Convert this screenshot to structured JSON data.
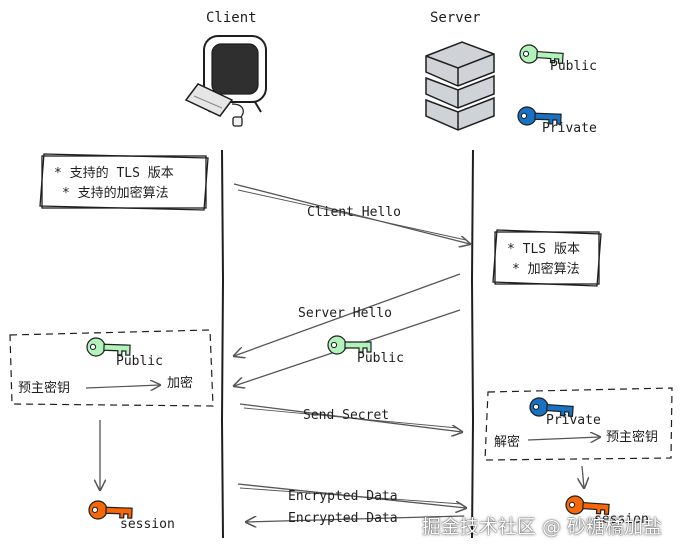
{
  "actors": {
    "client": "Client",
    "server": "Server"
  },
  "keys": {
    "public": "Public",
    "private": "Private",
    "session": "session"
  },
  "client_box": {
    "line1": "* 支持的 TLS 版本",
    "line2": "* 支持的加密算法"
  },
  "server_box": {
    "line1": "* TLS 版本",
    "line2": "* 加密算法"
  },
  "messages": {
    "client_hello": "Client Hello",
    "server_hello": "Server Hello",
    "send_secret": "Send Secret",
    "encrypted_data_1": "Encrypted Data",
    "encrypted_data_2": "Encrypted Data"
  },
  "client_encrypt": {
    "input": "预主密钥",
    "output": "加密"
  },
  "server_decrypt": {
    "input": "解密",
    "output": "预主密钥"
  },
  "watermark": "掘金技术社区 @ 砂糖橘加盐",
  "colors": {
    "public_key": "#b2f2bb",
    "private_key": "#1971c2",
    "session_key": "#f76707",
    "stroke": "#1e1e1e"
  }
}
